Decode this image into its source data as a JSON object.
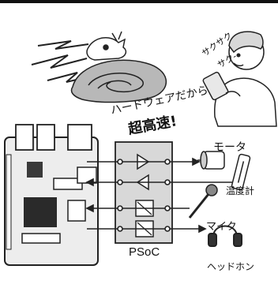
{
  "labels": {
    "psoc": "PSoC",
    "motor": "モータ",
    "thermometer": "温度計",
    "microphone": "マイク",
    "headphones": "ヘッドホン",
    "headline_line1": "ハードウェアだから",
    "headline_line2": "超高速!",
    "sound_effect_1": "サクサク",
    "sound_effect_2": "サク-"
  }
}
